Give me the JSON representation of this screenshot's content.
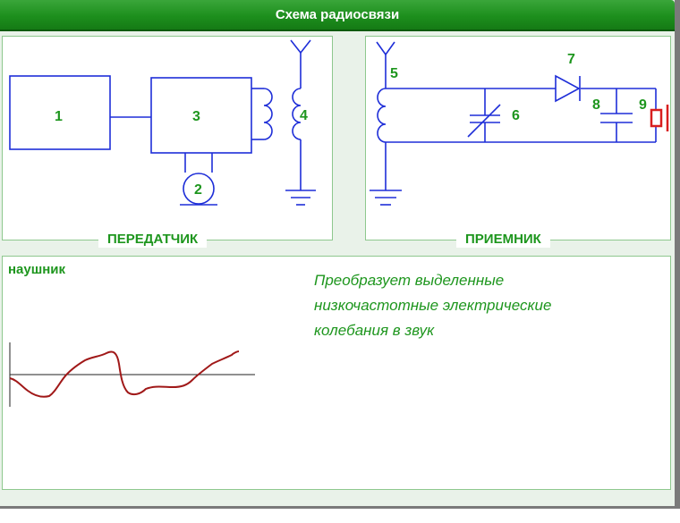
{
  "window": {
    "title": "Схема радиосвязи"
  },
  "transmitter": {
    "label": "ПЕРЕДАТЧИК",
    "blocks": [
      "1",
      "2",
      "3",
      "4"
    ]
  },
  "receiver": {
    "label": "ПРИЕМНИК",
    "parts": [
      "5",
      "6",
      "7",
      "8",
      "9"
    ]
  },
  "detail": {
    "component": "наушник",
    "description": [
      "Преобразует выделенные",
      "низкочастотные электрические",
      "колебания в звук"
    ]
  },
  "colors": {
    "title_bar": "#1d8f1d",
    "label_green": "#1e961e",
    "circuit_blue": "#1e2ed8",
    "earphone_red": "#d81e1e",
    "waveform": "#a01818",
    "panel_border": "#8ec88e",
    "background": "#e9f2e9"
  }
}
